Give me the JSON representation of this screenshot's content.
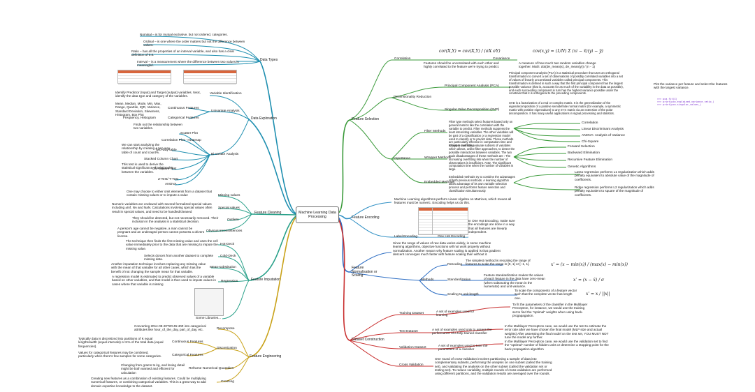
{
  "center_title": "Machine Learning Data Processing",
  "branches": {
    "data_types": {
      "label": "Data Types",
      "nominal": "Nominal – is for mutual exclusive, but not ordered, categories.",
      "ordinal": "Ordinal – is one where the order matters but not the difference between values.",
      "ratio": "Ratio – has all the properties of an interval variable, and also has a clear definition of 0.0.",
      "interval": "Interval – is a measurement where the difference between two values is meaningful."
    },
    "data_exploration": {
      "label": "Data Exploration",
      "variable_identification": "Variable Identification",
      "variable_identification_text": "Identify Predictor (Input) and Target (output) variables. Next, identify the data type and category of the variables.",
      "univariate": "Univariate Analysis",
      "continuous_features": "Continuous Features",
      "continuous_text": "Mean, Median, Mode, Min, Max, Range, Quartile, IQR, Variance, Standard Deviation, Skewness, Histogram, Box Plot",
      "categorical_features": "Categorical Features",
      "categorical_text": "Frequency, Histogram",
      "bivariate": "Bi-variate Analysis",
      "bivariate_text": "Finds out the relationship between two variables.",
      "scatter_plot": "Scatter Plot",
      "correlation_plot": "Correlation Plot - Heatmap",
      "two_way_text": "We can start analyzing the relationship by creating a two-way table of count and count%.",
      "two_way_table": "Two-way table",
      "stacked_column": "Stacked Column Chart",
      "chi_text": "This test is used to derive the statistical significance of relationship between the variables.",
      "chi_square": "Chi-Square Test",
      "z_test": "Z-Test/ T-Test",
      "anova": "ANOVA"
    },
    "feature_cleaning": {
      "label": "Feature Cleaning",
      "missing_values": "Missing values",
      "missing_text": "One may choose to either omit elements from a dataset that contain missing values or to impute a value",
      "special_values": "Special values",
      "special_text": "Numeric variables are endowed with several formalized special values including ±Inf, NA and NaN. Calculations involving special values often result in special values, and need to be handled/cleaned",
      "outliers": "Outliers",
      "outliers_text": "They should be detected, but not necessarily removed. Their inclusion in the analysis is a statistical decision.",
      "inconsistencies": "Obvious inconsistencies",
      "inconsistencies_text": "A person's age cannot be negative, a man cannot be pregnant and an underaged person cannot possess a drivers license."
    },
    "feature_imputation": {
      "label": "Feature Imputation",
      "hot_deck": "Hot-Deck",
      "hot_deck_text": "The technique then finds the first missing value and uses the cell value immediately prior to the data that are missing to impute the missing value.",
      "cold_deck": "Cold-Deck",
      "cold_deck_text": "Selects donors from another dataset to complete missing data.",
      "mean_sub": "Mean-substitution",
      "mean_sub_text": "Another imputation technique involves replacing any missing value with the mean of that variable for all other cases, which has the benefit of not changing the sample mean for that variable.",
      "regression": "Regression",
      "regression_text": "A regression model is estimated to predict observed values of a variable based on other variables, and that model is then used to impute values in cases where that variable is missing",
      "some_libraries": "Some Libraries..."
    },
    "feature_engineering": {
      "label": "Feature Engineering",
      "decompose": "Decompose",
      "decompose_text": "Converting 2014-09-20T20:45:40Z into categorical attributes like hour_of_the_day, part_of_day, etc.",
      "discretization": "Discretization",
      "continuous_features": "Continuous Features",
      "continuous_text": "Typically data is discretized into partitions of K equal lengths/width (equal intervals) or K% of the total data (equal frequencies).",
      "categorical_features": "Categorical Features",
      "categorical_text": "Values for categorical features may be combined, particularly when there's few samples for some categories.",
      "reframe": "Reframe Numerical Quantities",
      "reframe_text": "Changing from grams to kg, and losing detail might be both wanted and efficient for calculation",
      "crossing": "Crossing",
      "crossing_text": "Creating new features as a combination of existing features. Could be multiplying numerical features, or combining categorical variables. This is a great way to add domain expertise knowledge to the dataset."
    },
    "feature_selection": {
      "label": "Feature Selection",
      "correlation": "Correlation",
      "correlation_text": "Features should be uncorrelated with each other and highly correlated to the feature we're trying to predict.",
      "covariance": "Covariance",
      "covariance_text": "A measure of how much two random variables change together. Math: dot(de_mean(x), de_mean(y)) / (n - 1)",
      "dim_reduction": "Dimensionality Reduction",
      "pca": "Principal Component Analysis (PCA)",
      "pca_text": "Principal component analysis (PCA) is a statistical procedure that uses an orthogonal transformation to convert a set of observations of possibly correlated variables into a set of values of linearly uncorrelated variables called principal components. This transformation is defined in such a way that the first principal component has the largest possible variance (that is, accounts for as much of the variability in the data as possible), and each succeeding component in turn has the highest variance possible under the constraint that it is orthogonal to the preceding components.",
      "pca_plot": "Plot the variance per feature and select the features with the largest variance.",
      "svd": "Singular Value Decomposition (SVD)",
      "svd_text": "SVD is a factorization of a real or complex matrix. It is the generalization of the eigendecomposition of a positive semidefinite normal matrix (for example, a symmetric matrix with positive eigenvalues) to any m×n matrix via an extension of the polar decomposition. It has many useful applications in signal processing and statistics.",
      "importance": "Importance",
      "filter_methods": "Filter Methods",
      "filter_text": "Filter type methods select features based only on general metrics like the correlation with the variable to predict. Filter methods suppress the least interesting variables. The other variables will be part of a classification or a regression model used to classify or to predict data. These methods are particularly effective in computation time and robust to overfitting.",
      "correlation_item": "Correlation",
      "lda": "Linear Discriminant Analysis",
      "anova": "ANOVA: Analysis of Variance",
      "chi_square": "Chi-Square",
      "wrapper_methods": "Wrapper Methods",
      "wrapper_text": "Wrapper methods evaluate subsets of variables which allows, unlike filter approaches, to detect the possible interactions between variables. The two main disadvantages of these methods are : The increasing overfitting risk when the number of observations is insufficient. AND. The significant computation time when the number of variables is large.",
      "forward": "Forward Selection",
      "backward": "Backward Elimination",
      "recursive": "Recursive Feature Elimination",
      "genetic": "Genetic Algorithms",
      "embedded_methods": "Embedded Methods",
      "embedded_text": "Embedded methods try to combine the advantages of both previous methods. A learning algorithm takes advantage of its own variable selection process and performs feature selection and classification simultaneously.",
      "lasso": "Lasso regression performs L1 regularization which adds penalty equivalent to absolute value of the magnitude of coefficients.",
      "ridge": "Ridge regression performs L2 regularization which adds penalty equivalent to square of the magnitude of coefficients."
    },
    "feature_encoding": {
      "label": "Feature Encoding",
      "intro": "Machine Learning algorithms perform Linear Algebra on Matrices, which means all features must be numeric. Encoding helps us do this.",
      "label_encoding": "Label Encoding",
      "one_hot": "One Hot Encoding",
      "one_hot_text": "In One Hot Encoding, make sure the encodings are done in a way that all features are linearly independent."
    },
    "normalization": {
      "label": "Feature Normalisation or Scaling",
      "intro": "Since the range of values of raw data varies widely, in some machine learning algorithms, objective functions will not work properly without normalization. Another reason why feature scaling is applied is that gradient descent converges much faster with feature scaling than without it.",
      "methods": "Methods",
      "rescaling": "Rescaling",
      "rescaling_text": "The simplest method is rescaling the range of features to scale the range in [0, 1] or [−1, 1].",
      "standardization": "Standardization",
      "standardization_text": "Feature standardization makes the values of each feature in the data have zero-mean (when subtracting the mean in the numerator) and unit-variance.",
      "unit_length": "Scaling to unit length",
      "unit_length_text": "To scale the components of a feature vector such that the complete vector has length one."
    },
    "dataset_construction": {
      "label": "Dataset Construction",
      "training": "Training Dataset",
      "training_text": "A set of examples used for learning",
      "training_detail": "To fit the parameters of the classifier in the Multilayer Perceptron, for instance, we would use the training set to find the \"optimal\" weights when using back-progapagation.",
      "test": "Test Dataset",
      "test_text": "A set of examples used only to assess the performance of a fully-trained classifier",
      "test_detail": "In the Multilayer Perceptron case, we would use the test to estimate the error rate after we have chosen the final model (MLP size and actual weights) After assessing the final model on the test set, YOU MUST NOT tune the model any further.",
      "validation": "Validation Dataset",
      "validation_text": "A set of examples used to tune the parameters of a classifier",
      "validation_detail": "In the Multilayer Perceptron case, we would use the validation set to find the \"optimal\" number of hidden units or determine a stopping point for the back-propagation algorithm",
      "cross_validation": "Cross Validation",
      "cross_validation_text": "One round of cross-validation involves partitioning a sample of data into complementary subsets, performing the analysis on one subset (called the training set), and validating the analysis on the other subset (called the validation set or testing set). To reduce variability, multiple rounds of cross-validation are performed using different partitions, and the validation results are averaged over the rounds."
    }
  },
  "formulas": {
    "correlation": "cor(X,Y) = cov(X,Y) / (σX σY)",
    "covariance": "cov(x,y) = (1/N) Σ (xi − x̄)(yi − ȳ)",
    "rescaling": "x' = (x − min(x)) / (max(x) − min(x))",
    "standardization": "x' = (x − x̄) / σ",
    "unit_length": "x' = x / ||x||"
  },
  "colors": {
    "data_types": "#1f8fb0",
    "exploration": "#1f8fb0",
    "cleaning": "#2aa18a",
    "imputation": "#2aa18a",
    "engineering": "#c9a21a",
    "selection": "#3a9a3a",
    "encoding": "#2f8fc4",
    "normalization": "#2f6fc4",
    "construction": "#c93030",
    "pca_code": "#7b2fd0",
    "table_header": "#d8663d"
  }
}
